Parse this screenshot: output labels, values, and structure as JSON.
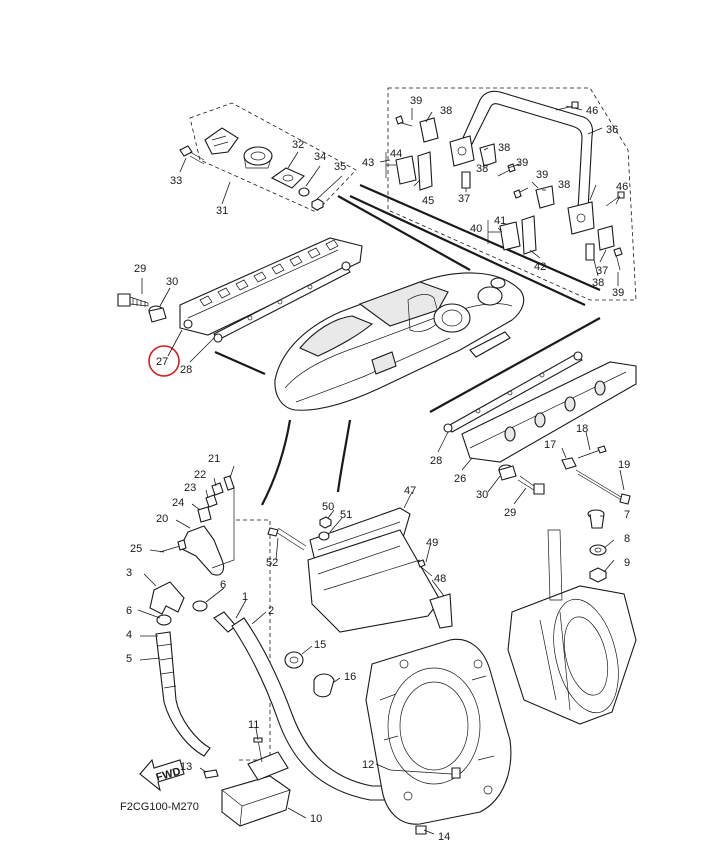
{
  "diagram": {
    "code": "F2CG100-M270",
    "fwd_label": "FWD",
    "highlighted_part": "27",
    "callouts": [
      "1",
      "2",
      "3",
      "4",
      "5",
      "6",
      "6",
      "7",
      "8",
      "9",
      "10",
      "11",
      "12",
      "13",
      "14",
      "15",
      "16",
      "17",
      "18",
      "19",
      "20",
      "21",
      "22",
      "23",
      "24",
      "25",
      "26",
      "27",
      "28",
      "28",
      "29",
      "29",
      "30",
      "30",
      "31",
      "32",
      "33",
      "34",
      "35",
      "36",
      "37",
      "37",
      "38",
      "38",
      "38",
      "38",
      "38",
      "39",
      "39",
      "39",
      "39",
      "40",
      "41",
      "42",
      "43",
      "44",
      "45",
      "46",
      "46",
      "47",
      "48",
      "49",
      "50",
      "51",
      "52"
    ]
  }
}
